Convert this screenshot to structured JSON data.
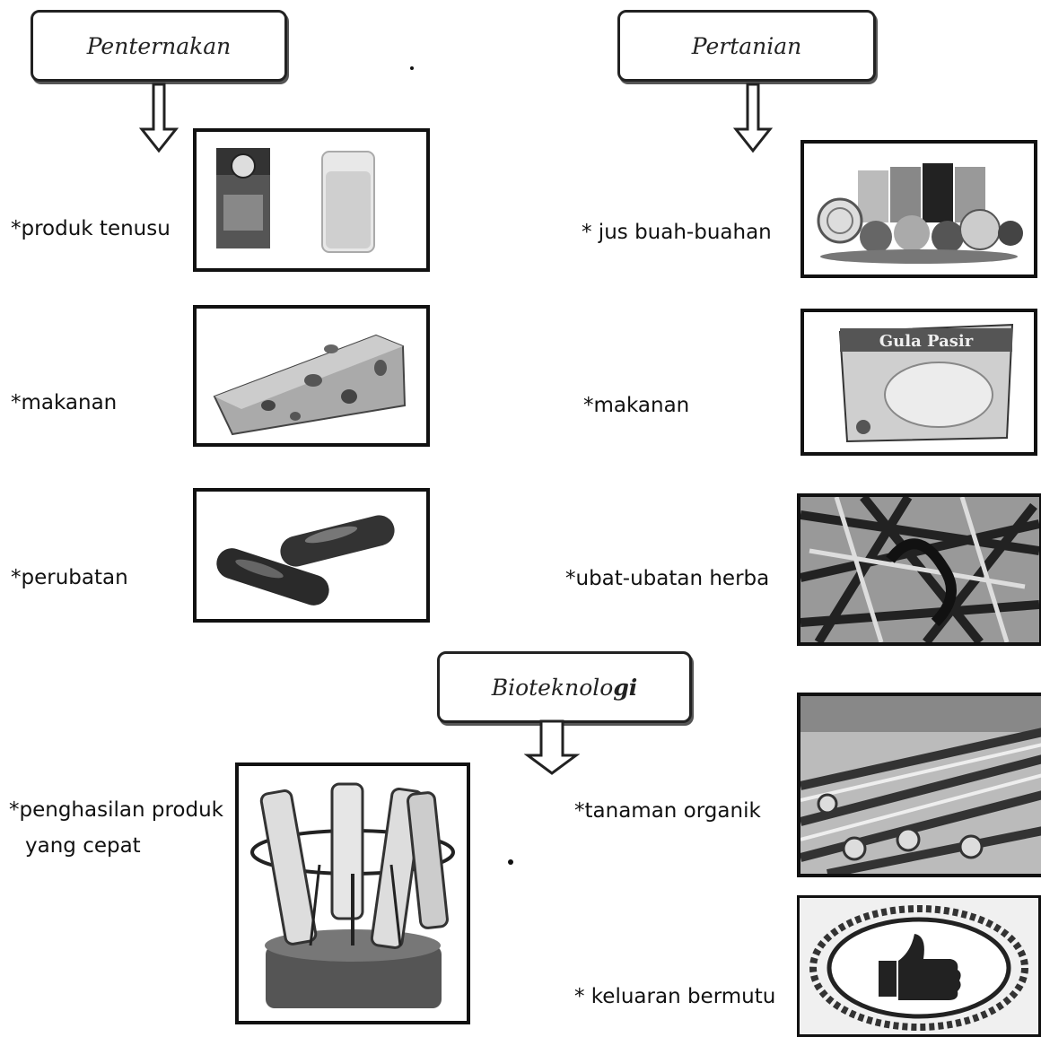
{
  "headers": {
    "penternakan": "Penternakan",
    "pertanian": "Pertanian",
    "bioteknologi_prefix": "Bioteknolo",
    "bioteknologi_bold": "gi"
  },
  "penternakan_items": [
    {
      "label": "*produk tenusu",
      "icon": "dairy-products-photo"
    },
    {
      "label": "*makanan",
      "icon": "cheese-photo"
    },
    {
      "label": "*perubatan",
      "icon": "capsules-photo"
    }
  ],
  "pertanian_items": [
    {
      "label": "* jus buah-buahan",
      "icon": "fruit-juice-photo"
    },
    {
      "label": "*makanan",
      "icon": "sugar-pack-photo"
    },
    {
      "label": "*ubat-ubatan herba",
      "icon": "herbal-roots-photo"
    },
    {
      "label": "*tanaman organik",
      "icon": "hydroponic-farm-photo"
    },
    {
      "label": "* keluaran bermutu",
      "icon": "thumbs-up-seal-photo"
    }
  ],
  "bioteknologi_items": [
    {
      "label_line1": "*penghasilan produk",
      "label_line2": "yang cepat",
      "icon": "fermentation-tubes-photo"
    }
  ],
  "pack_text": "Gula Pasir"
}
